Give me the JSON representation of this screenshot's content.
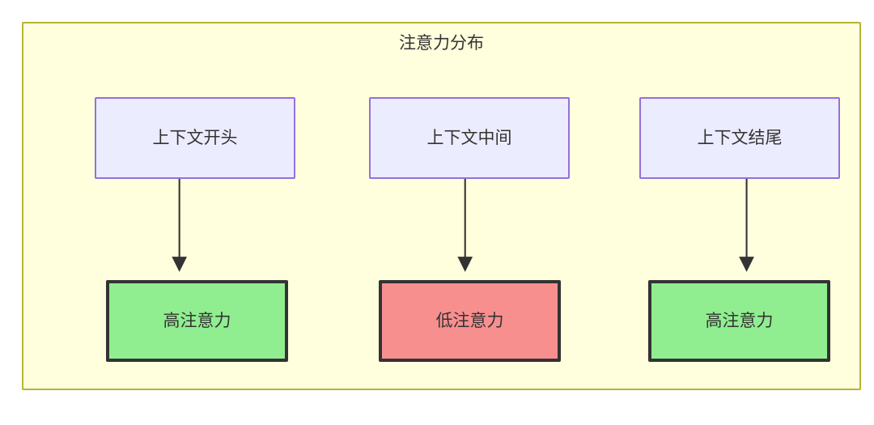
{
  "diagram": {
    "title": "注意力分布",
    "type": "flowchart",
    "colors": {
      "subgraph_background": "#ffffde",
      "subgraph_border": "#b5b533",
      "context_fill": "#ececff",
      "context_border": "#9370db",
      "high_attention_fill": "#90ee90",
      "low_attention_fill": "#f88f8f",
      "node_border_dark": "#333333",
      "text": "#333333",
      "arrow": "#333333"
    },
    "columns": [
      {
        "context": {
          "label": "上下文开头",
          "name": "context-start"
        },
        "attention": {
          "label": "高注意力",
          "name": "attention-high-start",
          "level": "high"
        }
      },
      {
        "context": {
          "label": "上下文中间",
          "name": "context-middle"
        },
        "attention": {
          "label": "低注意力",
          "name": "attention-low-middle",
          "level": "low"
        }
      },
      {
        "context": {
          "label": "上下文结尾",
          "name": "context-end"
        },
        "attention": {
          "label": "高注意力",
          "name": "attention-high-end",
          "level": "high"
        }
      }
    ]
  }
}
